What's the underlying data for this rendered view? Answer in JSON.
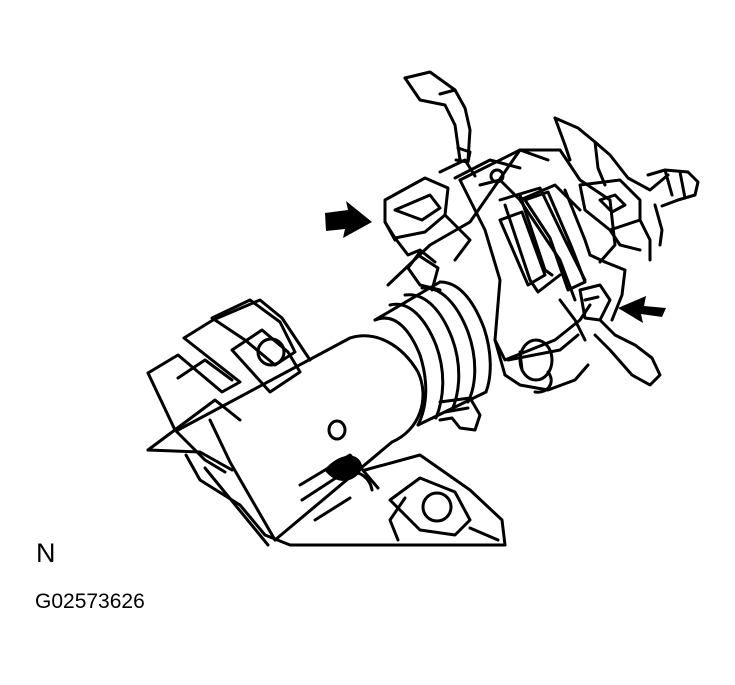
{
  "figure": {
    "view_letter": "N",
    "figure_code": "G02573626"
  },
  "colors": {
    "line": "#000000",
    "background": "#ffffff"
  },
  "annotations": [
    {
      "name": "arrow-left-fastener",
      "icon": "solid-arrow-right"
    },
    {
      "name": "arrow-right-fastener",
      "icon": "solid-arrow-left"
    }
  ]
}
